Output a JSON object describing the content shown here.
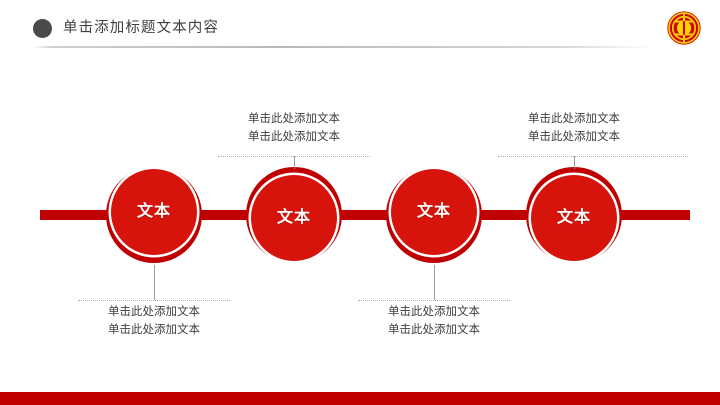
{
  "slide": {
    "background_color": "#ffffff",
    "accent_color": "#c00000",
    "node_fill_color": "#d6140b",
    "text_color": "#3f3f3f"
  },
  "header": {
    "bullet_icon": "filled-circle-icon",
    "title": "单击添加标题文本内容",
    "divider": "horizontal-rule"
  },
  "logo": {
    "name": "chinese-trade-union-emblem",
    "ring_color": "#c00000",
    "symbol_color": "#ffd200"
  },
  "timeline": {
    "rail_color": "#c00000",
    "nodes": [
      {
        "id": "node-1",
        "label": "文本",
        "caption_position": "below"
      },
      {
        "id": "node-2",
        "label": "文本",
        "caption_position": "above"
      },
      {
        "id": "node-3",
        "label": "文本",
        "caption_position": "below"
      },
      {
        "id": "node-4",
        "label": "文本",
        "caption_position": "above"
      }
    ]
  },
  "captions": {
    "top_left": {
      "line1": "单击此处添加文本",
      "line2": "单击此处添加文本"
    },
    "top_right": {
      "line1": "单击此处添加文本",
      "line2": "单击此处添加文本"
    },
    "bottom_left": {
      "line1": "单击此处添加文本",
      "line2": "单击此处添加文本"
    },
    "bottom_right": {
      "line1": "单击此处添加文本",
      "line2": "单击此处添加文本"
    }
  },
  "footer": {
    "bar_color": "#c00000"
  }
}
